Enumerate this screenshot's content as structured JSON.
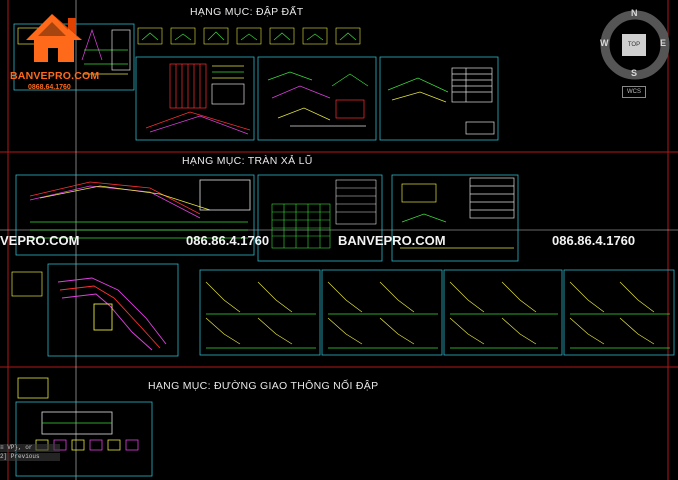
{
  "titles": {
    "dap_dat": "HẠNG MỤC: ĐẬP ĐẤT",
    "tran_xa_lu": "HẠNG MỤC: TRÀN XẢ LŨ",
    "duong_giao_thong": "HẠNG MỤC: ĐƯỜNG GIAO THÔNG NỐI ĐẬP"
  },
  "logo": {
    "brand": "BANVEPRO.COM",
    "phone": "0868.64.1760"
  },
  "watermarks": {
    "left_site": "VEPRO.COM",
    "phone_1": "086.86.4.1760",
    "center_site": "BANVEPRO.COM",
    "phone_2": "086.86.4.1760"
  },
  "viewcube": {
    "north": "N",
    "south": "S",
    "east": "E",
    "west": "W",
    "top_face": "TOP",
    "wcs_label": "WCS"
  },
  "command_line": {
    "line_1": "≡ VP}, or",
    "line_2": "2] Previous"
  },
  "colors": {
    "background": "#000000",
    "frame_red": "#b01818",
    "sheet_cyan": "#2fb6c8",
    "line_green": "#3cdc3c",
    "line_yellow": "#e6e640",
    "line_magenta": "#e040e0",
    "line_red": "#ff3030",
    "logo_orange": "#ff6a1a"
  }
}
